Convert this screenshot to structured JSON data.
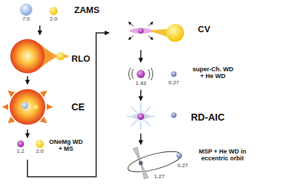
{
  "diagram": {
    "nodes": [
      {
        "text": [
          "ZAMS"
        ]
      },
      {
        "text": [
          "RLO"
        ]
      },
      {
        "text": [
          "CE"
        ]
      },
      {
        "text": [
          "ONeMg WD + MS"
        ]
      },
      {
        "text": [
          "CV"
        ]
      },
      {
        "text": [
          "super-Ch. WD + He WD"
        ]
      },
      {
        "text": [
          "RD-AIC"
        ]
      },
      {
        "text": [
          "MSP + He WD in eccentric orbit"
        ]
      }
    ],
    "edges": [
      {
        "from": 0,
        "to": 1,
        "arrow": "to"
      },
      {
        "from": 1,
        "to": 2,
        "arrow": "to"
      },
      {
        "from": 2,
        "to": 3,
        "arrow": "to"
      },
      {
        "from": 3,
        "to": 4,
        "arrow": "to"
      },
      {
        "from": 4,
        "to": 5,
        "arrow": "to"
      },
      {
        "from": 5,
        "to": 6,
        "arrow": "to"
      },
      {
        "from": 6,
        "to": 7,
        "arrow": "to"
      }
    ],
    "labels": [
      "7.0",
      "2.0",
      "1.2",
      "2.0",
      "1.43",
      "0.27",
      "1.27",
      "0.27"
    ]
  }
}
